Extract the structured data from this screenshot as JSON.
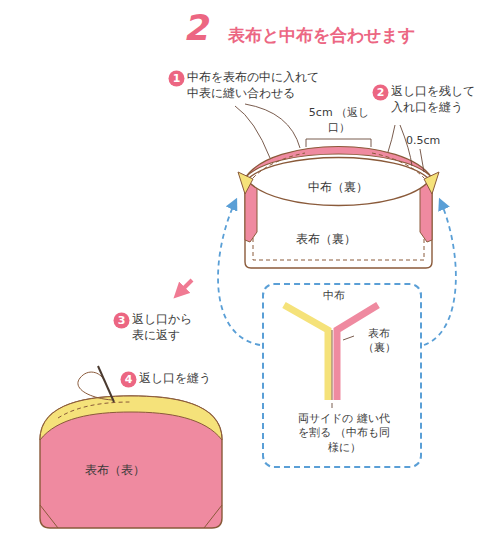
{
  "diagram": {
    "title": "表布と中布を合わせます",
    "nodes": [
      {
        "text": [
          "1"
        ]
      },
      {
        "text": [
          "2"
        ]
      },
      {
        "text": [
          "3"
        ]
      },
      {
        "text": [
          "4"
        ]
      },
      {
        "text": [
          "中布",
          "表布 （裏）",
          "両サイドの 縫い代を割る （中布も同様に）"
        ]
      }
    ],
    "labels": [
      "2",
      "中布を表布の中に入れて 中表に縫い合わせる",
      "返し口を残して 入れ口を縫う",
      "5cm （返し口）",
      "0.5cm",
      "中布（裏）",
      "表布（裏）",
      "返し口から 表に返す",
      "返し口を縫う",
      "表布（表）"
    ]
  }
}
